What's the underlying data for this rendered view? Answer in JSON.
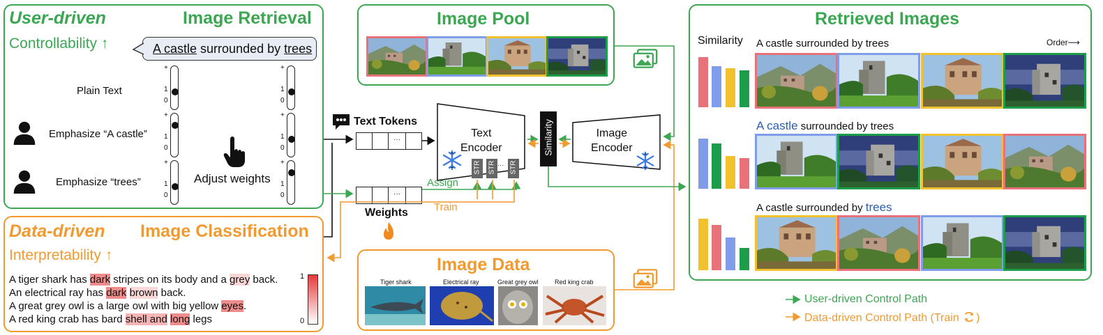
{
  "colors": {
    "green": "#3ca752",
    "orange": "#f19a2f",
    "red": "#e8727a",
    "blue": "#7f9de8",
    "yellow": "#f2c12e",
    "dkgreen": "#1d9d4a",
    "blueword": "#2a5fb0"
  },
  "user_panel": {
    "italic_title": "User-driven",
    "title": "Image Retrieval",
    "sub": "Controllability ↑",
    "query_a": "A castle",
    "query_mid": " surrounded by ",
    "query_b": "trees",
    "rows": [
      "Plain Text",
      "Emphasize “A castle”",
      "Emphasize “trees”"
    ],
    "adjust": "Adjust weights",
    "tick_plus": "+",
    "tick_one": "1",
    "tick_zero": "0"
  },
  "data_panel": {
    "italic_title": "Data-driven",
    "title": "Image Classification",
    "sub": "Interpretability ↑",
    "scale_top": "1",
    "scale_bot": "0",
    "s1": [
      "A tiger shark has ",
      "dark",
      " stripes on its body and a ",
      "grey",
      " back."
    ],
    "s2": [
      "An electrical ray has ",
      "dark",
      " ",
      "brown",
      " back."
    ],
    "s3": [
      "A great grey owl is a large owl with big yellow ",
      "eyes",
      "."
    ],
    "s4": [
      "A red king crab has bard ",
      "shell and",
      " ",
      "long",
      " legs"
    ]
  },
  "pool": {
    "title": "Image Pool"
  },
  "image_data": {
    "title": "Image Data",
    "captions": [
      "Tiger shark",
      "Electrical ray",
      "Great grey owl",
      "Red king crab"
    ]
  },
  "middle": {
    "text_tokens": "Text Tokens",
    "weights": "Weights",
    "ellipsis": "···",
    "text_encoder": "Text\nEncoder",
    "image_encoder": "Image\nEncoder",
    "similarity": "Similarity",
    "str": "STR",
    "assign": "Assign",
    "train": "Train"
  },
  "retrieved": {
    "title": "Retrieved Images",
    "similarity": "Similarity",
    "order": "Order⟶",
    "q1": "A castle surrounded by trees",
    "q2a": "A castle",
    "q2b": " surrounded by trees",
    "q3a": "A castle surrounded by ",
    "q3b": "trees",
    "bars": [
      {
        "values": [
          0.95,
          0.78,
          0.74,
          0.7
        ],
        "colors": [
          "red",
          "blue",
          "yellow",
          "dkgreen"
        ]
      },
      {
        "values": [
          0.95,
          0.85,
          0.62,
          0.58
        ],
        "colors": [
          "blue",
          "dkgreen",
          "yellow",
          "red"
        ]
      },
      {
        "values": [
          0.98,
          0.85,
          0.62,
          0.42
        ],
        "colors": [
          "yellow",
          "red",
          "blue",
          "dkgreen"
        ]
      }
    ]
  },
  "legend": {
    "user": "User-driven Control Path",
    "data": "Data-driven Control Path (Train"
  }
}
